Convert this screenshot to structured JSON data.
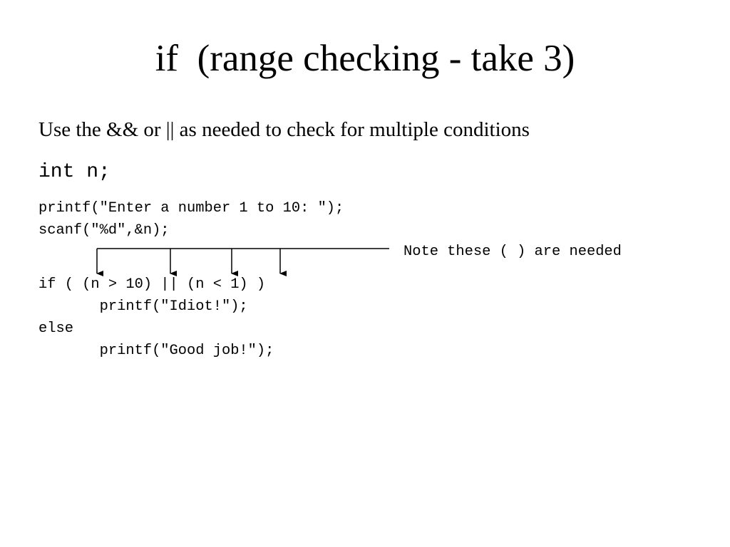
{
  "slide": {
    "title": "if  (range checking - take 3)",
    "intro": "Use the && or || as needed to check for multiple conditions",
    "declaration": "int n;",
    "code_lines": [
      "printf(\"Enter a number 1 to 10: \");",
      "scanf(\"%d\",&n);",
      "if ( (n > 10) || (n < 1) )",
      "       printf(\"Idiot!\");",
      "else",
      "       printf(\"Good job!\");"
    ],
    "annotation": "Note these ( ) are needed"
  }
}
